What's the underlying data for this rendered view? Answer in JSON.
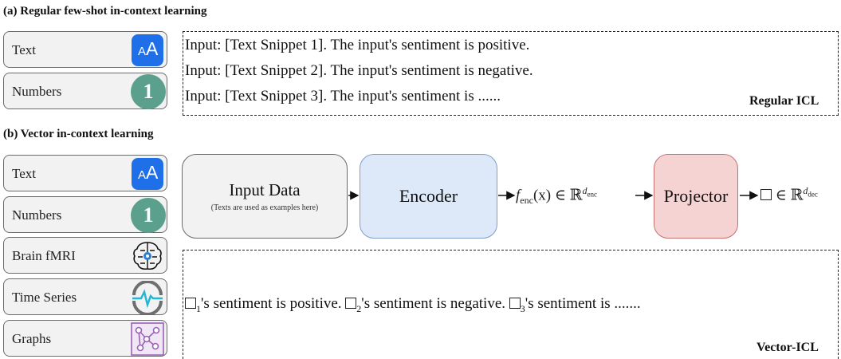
{
  "section_a": {
    "title": "(a) Regular few-shot in-context learning",
    "modalities": [
      {
        "label": "Text",
        "icon": "text-aa-icon"
      },
      {
        "label": "Numbers",
        "icon": "number-one-icon"
      }
    ],
    "lines": [
      "Input: [Text Snippet 1]. The input's sentiment is positive.",
      "Input: [Text Snippet 2]. The input's sentiment is negative.",
      "Input: [Text Snippet 3]. The input's sentiment is ......"
    ],
    "corner_label": "Regular ICL"
  },
  "section_b": {
    "title": "(b) Vector in-context learning",
    "modalities": [
      {
        "label": "Text",
        "icon": "text-aa-icon"
      },
      {
        "label": "Numbers",
        "icon": "number-one-icon"
      },
      {
        "label": "Brain fMRI",
        "icon": "brain-gear-icon"
      },
      {
        "label": "Time Series",
        "icon": "waveform-icon"
      },
      {
        "label": "Graphs",
        "icon": "graph-nodes-icon"
      }
    ],
    "pipeline": {
      "input_title": "Input Data",
      "input_subtitle": "(Texts are used as examples here)",
      "encoder": "Encoder",
      "encoder_output": {
        "f": "f",
        "sub": "enc",
        "arg": "(x) ∈ ℝ",
        "sup_base": "d",
        "sup_sub": "enc"
      },
      "projector": "Projector",
      "projector_output": {
        "text": "∈ ℝ",
        "sup_base": "d",
        "sup_sub": "dec"
      }
    },
    "sentence_parts": [
      {
        "sub": "1",
        "text": "'s sentiment is positive. "
      },
      {
        "sub": "2",
        "text": "'s sentiment is negative. "
      },
      {
        "sub": "3",
        "text": "'s sentiment is ......."
      }
    ],
    "corner_label": "Vector-ICL"
  },
  "colors": {
    "input_fill": "#f2f2f2",
    "input_border": "#6a6a6a",
    "encoder_fill": "#dde8f8",
    "encoder_border": "#7f9fc9",
    "projector_fill": "#f5d3d3",
    "projector_border": "#c97070",
    "text_icon": "#1f6fe8",
    "number_icon": "#5aa08c"
  }
}
